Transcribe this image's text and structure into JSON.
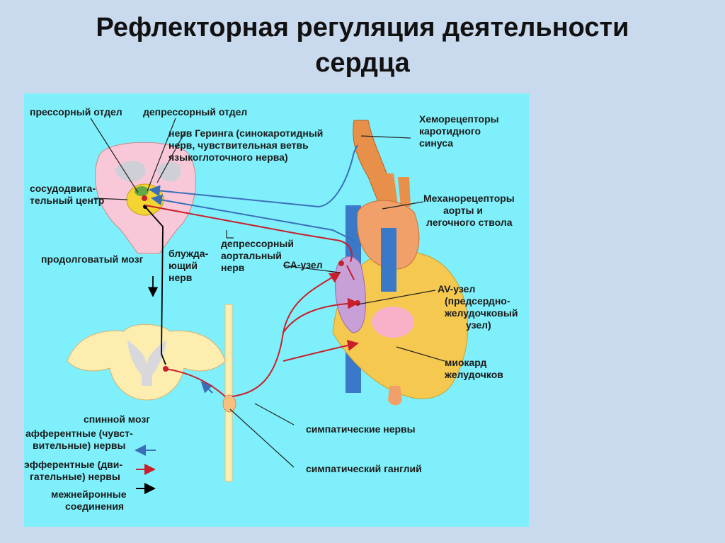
{
  "title": {
    "line1": "Рефлекторная  регуляция  деятельности",
    "line2": "сердца"
  },
  "labels": {
    "pressor": "прессорный отдел",
    "depressor": "депрессорный отдел",
    "hering_1": "нерв Геринга (синокаротидный",
    "hering_2": "нерв, чувствительная ветвь",
    "hering_3": "языкоглоточного нерва)",
    "vasomotor_1": "сосудодвига-",
    "vasomotor_2": "тельный центр",
    "medulla": "продолговатый мозг",
    "vagus_1": "блужда-",
    "vagus_2": "ющий",
    "vagus_3": "нерв",
    "depaortic_1": "депрессорный",
    "depaortic_2": "аортальный",
    "depaortic_3": "нерв",
    "sa_node": "СА-узел",
    "chemo_1": "Хеморецепторы",
    "chemo_2": "каротидного",
    "chemo_3": "синуса",
    "mechano_1": "Механорецепторы",
    "mechano_2": "аорты и",
    "mechano_3": "легочного ствола",
    "av_1": "AV-узел",
    "av_2": "(предсердно-",
    "av_3": "желудочковый",
    "av_4": "узел)",
    "myocard_1": "миокард",
    "myocard_2": "желудочков",
    "spinal": "спинной мозг",
    "symp_nerves": "симпатические нервы",
    "symp_ganglion": "симпатический ганглий"
  },
  "legend": {
    "afferent_1": "афферентные (чувст-",
    "afferent_2": "вительные) нервы",
    "efferent_1": "эфферентные (дви-",
    "efferent_2": "гательные) нервы",
    "internuron_1": "межнейронные",
    "internuron_2": "соединения"
  },
  "colors": {
    "panel": "#7ff0fb",
    "afferent": "#3a6fb8",
    "efferent": "#c8202a",
    "internuron": "#000000",
    "aorta": "#e8904a",
    "vena": "#3a78c8",
    "ventricle": "#f5c850",
    "atrium": "#c8a0d8"
  }
}
